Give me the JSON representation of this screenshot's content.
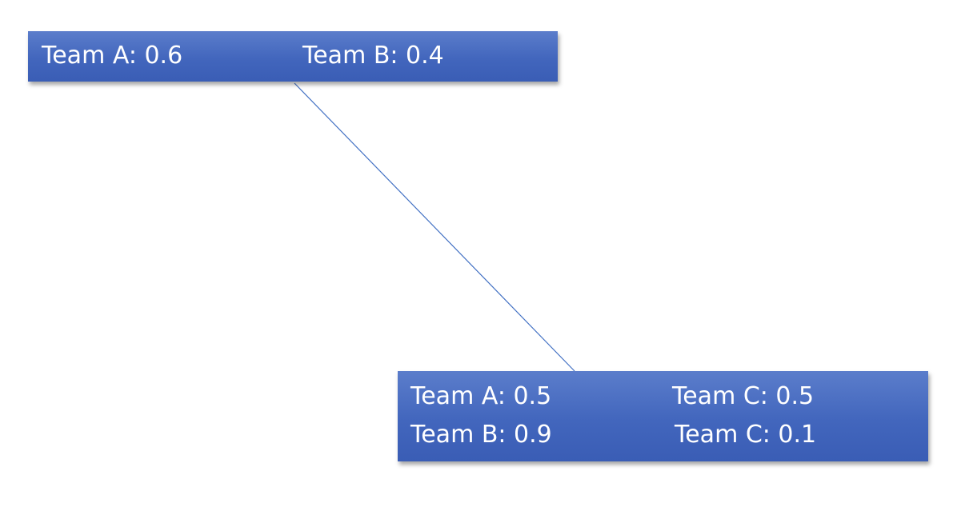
{
  "nodes": {
    "top": {
      "labels": [
        "Team A: 0.6",
        "Team B: 0.4"
      ]
    },
    "bottom": {
      "rows": [
        [
          "Team A: 0.5",
          "Team C: 0.5"
        ],
        [
          "Team B: 0.9",
          "Team C: 0.1"
        ]
      ]
    }
  },
  "colors": {
    "node_fill": "#4472C4",
    "node_text": "#ffffff",
    "connector": "#4472C4"
  }
}
